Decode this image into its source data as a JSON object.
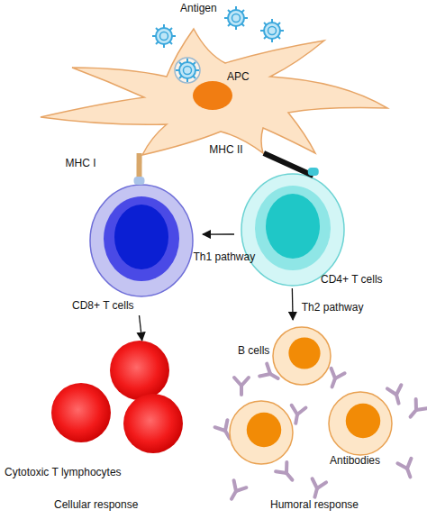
{
  "diagram": {
    "nodes": [
      {
        "text": [
          "APC"
        ]
      },
      {
        "text": [
          "CD8+ T cells"
        ]
      },
      {
        "text": [
          "CD4+ T cells"
        ]
      },
      {
        "text": [
          "Cytotoxic T lymphocytes"
        ]
      },
      {
        "text": [
          "B cells"
        ]
      }
    ],
    "edges": [
      {
        "from": 0,
        "to": 1,
        "label": "MHC I",
        "arrow": "none"
      },
      {
        "from": 0,
        "to": 2,
        "label": "MHC II",
        "arrow": "none"
      },
      {
        "from": 2,
        "to": 1,
        "label": "Th1 pathway",
        "arrow": "to"
      },
      {
        "from": 1,
        "to": 3,
        "arrow": "to"
      },
      {
        "from": 2,
        "to": 4,
        "label": "Th2 pathway",
        "arrow": "to"
      }
    ],
    "labels": [
      "Antigen",
      "Antibodies",
      "Cellular response",
      "Humoral response"
    ]
  }
}
